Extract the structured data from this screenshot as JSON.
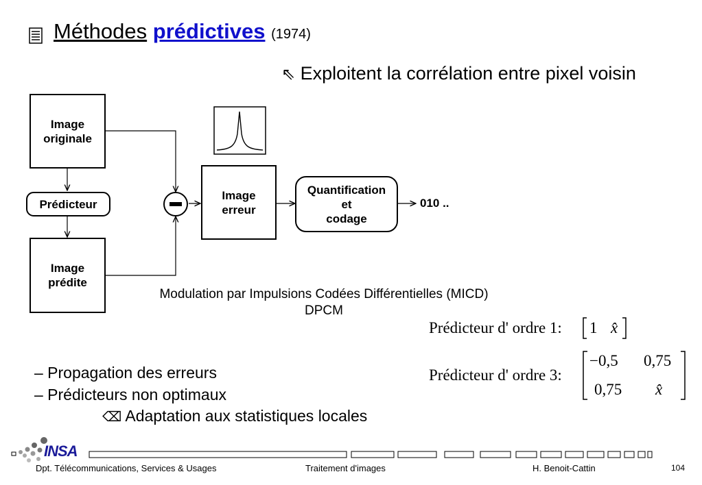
{
  "title": {
    "word1": "Méthodes",
    "word2": "prédictives",
    "year": "(1974)"
  },
  "subtitle": {
    "arrow": "⇖",
    "text": "Exploitent la corrélation entre pixel voisin"
  },
  "diagram": {
    "image_originale": [
      "Image",
      "originale"
    ],
    "predicteur": "Prédicteur",
    "image_predite": [
      "Image",
      "prédite"
    ],
    "image_erreur": [
      "Image",
      "erreur"
    ],
    "quantif": [
      "Quantification",
      "et",
      "codage"
    ],
    "output": "010 .."
  },
  "caption": {
    "line1": "Modulation par Impulsions Codées Différentielles (MICD)",
    "line2": "DPCM"
  },
  "formulas": {
    "order1_label": "Prédicteur d' ordre 1:",
    "order1_matrix": [
      "1",
      "x̂"
    ],
    "order3_label": "Prédicteur d' ordre 3:",
    "order3_matrix": [
      [
        "−0,5",
        "0,75"
      ],
      [
        "0,75",
        "x̂"
      ]
    ]
  },
  "list": {
    "item1": "– Propagation des erreurs",
    "item2": "– Prédicteurs non optimaux",
    "sub_icon": "⌫",
    "sub_item": "Adaptation aux statistiques locales"
  },
  "footer": {
    "logo": "INSA",
    "dept": "Dpt. Télécommunications, Services & Usages",
    "course": "Traitement d'images",
    "author": "H. Benoit-Cattin",
    "page": "104"
  }
}
